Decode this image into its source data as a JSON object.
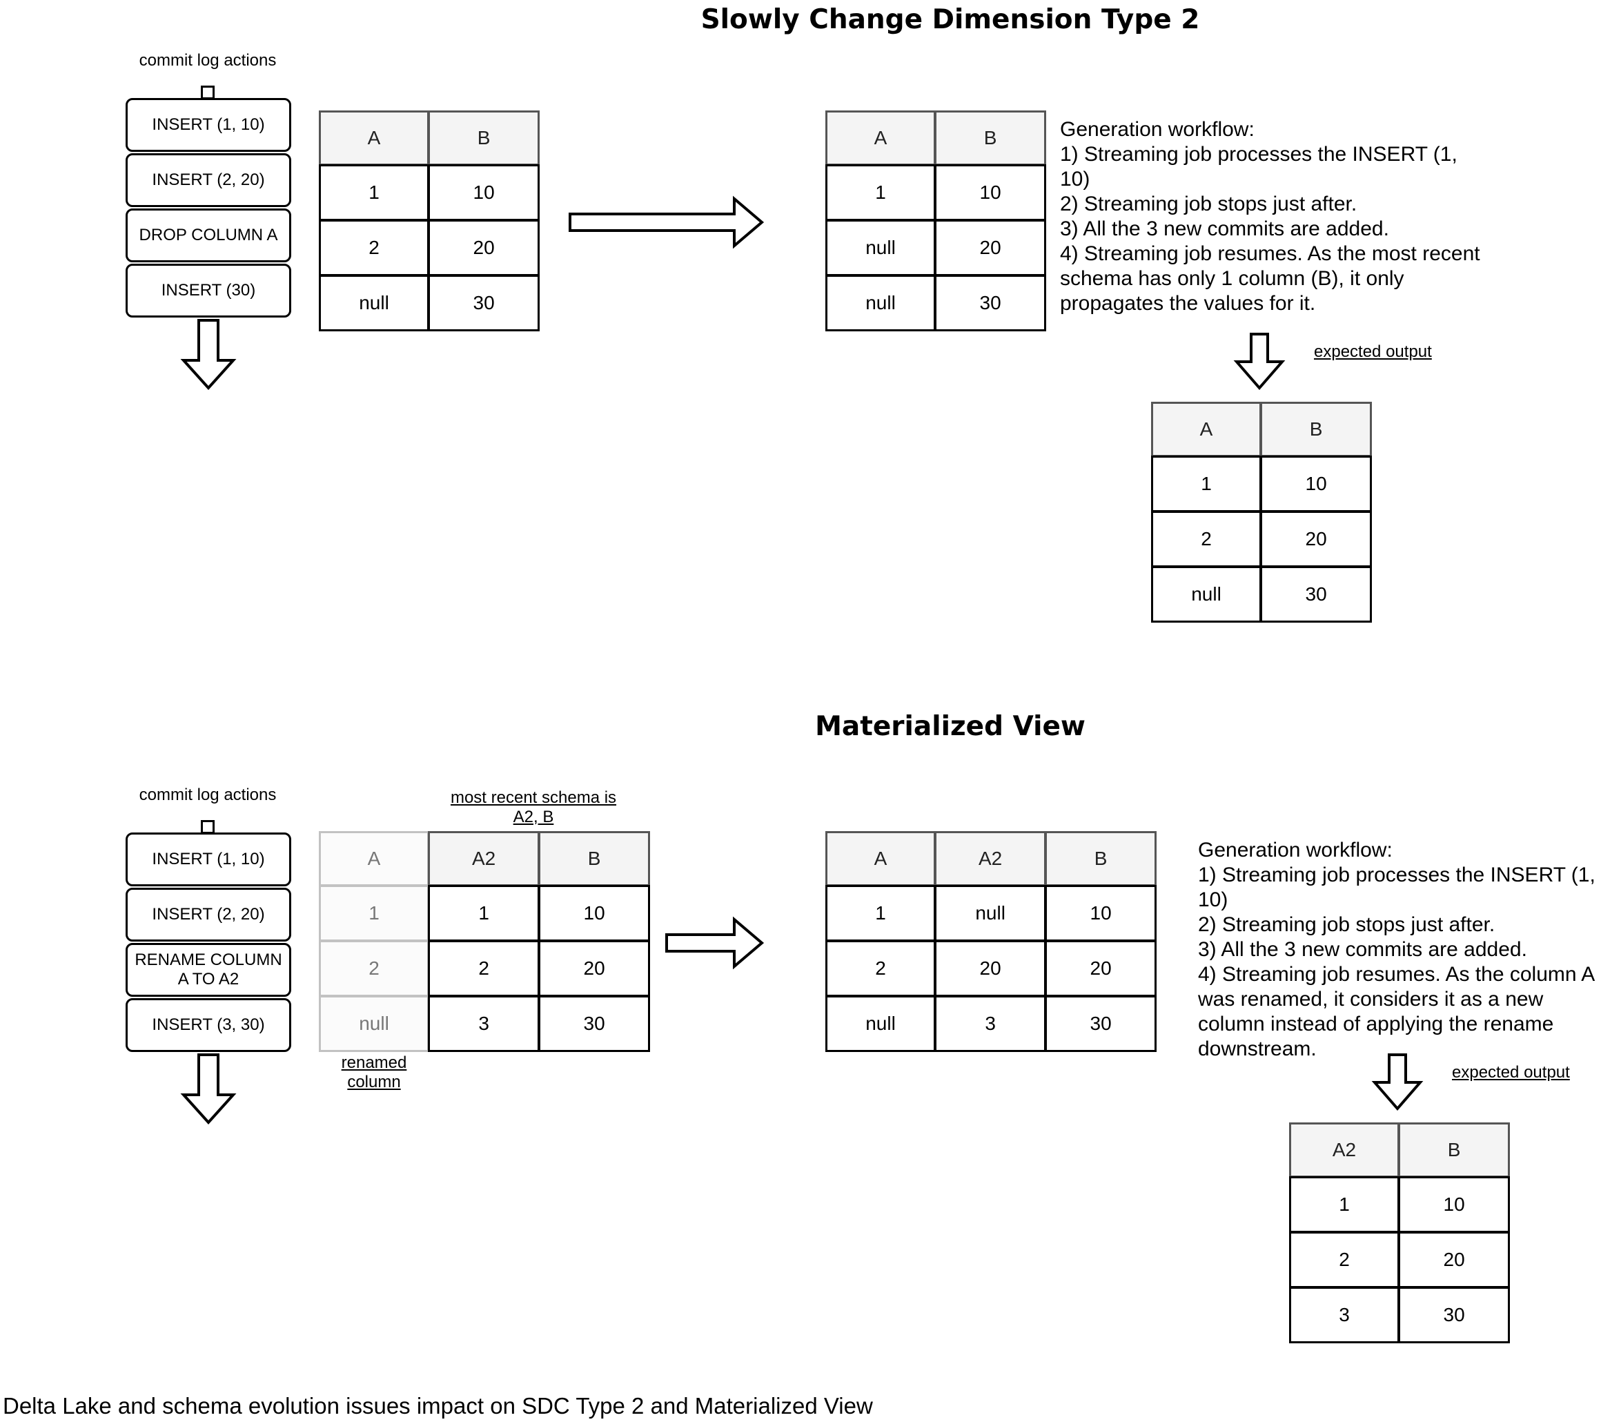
{
  "sections": [
    {
      "title": "Slowly Change Dimension Type 2",
      "log_label": "commit log actions",
      "log_items": [
        "INSERT (1, 10)",
        "INSERT (2, 20)",
        "DROP COLUMN A",
        "INSERT (30)"
      ],
      "source_table": {
        "headers": [
          "A",
          "B"
        ],
        "rows": [
          [
            "1",
            "10"
          ],
          [
            "2",
            "20"
          ],
          [
            "null",
            "30"
          ]
        ]
      },
      "result_table": {
        "headers": [
          "A",
          "B"
        ],
        "rows": [
          [
            "1",
            "10"
          ],
          [
            "null",
            "20"
          ],
          [
            "null",
            "30"
          ]
        ]
      },
      "workflow": {
        "heading": "Generation workflow:",
        "steps": [
          "1) Streaming job processes the INSERT (1, 10)",
          "2) Streaming job stops just after.",
          "3) All the 3 new commits are added.",
          "4) Streaming job resumes. As the most recent schema has only 1 column (B), it only propagates the values for it."
        ]
      },
      "expected_label": "expected output",
      "expected_table": {
        "headers": [
          "A",
          "B"
        ],
        "rows": [
          [
            "1",
            "10"
          ],
          [
            "2",
            "20"
          ],
          [
            "null",
            "30"
          ]
        ]
      }
    },
    {
      "title": "Materialized View",
      "log_label": "commit log actions",
      "log_items": [
        "INSERT (1, 10)",
        "INSERT (2, 20)",
        "RENAME COLUMN A TO A2",
        "INSERT (3, 30)"
      ],
      "schema_note": "most recent schema is A2, B",
      "renamed_note": "renamed column",
      "source_table": {
        "headers": [
          "A",
          "A2",
          "B"
        ],
        "rows": [
          [
            "1",
            "1",
            "10"
          ],
          [
            "2",
            "2",
            "20"
          ],
          [
            "null",
            "3",
            "30"
          ]
        ]
      },
      "result_table": {
        "headers": [
          "A",
          "A2",
          "B"
        ],
        "rows": [
          [
            "1",
            "null",
            "10"
          ],
          [
            "2",
            "20",
            "20"
          ],
          [
            "null",
            "3",
            "30"
          ]
        ]
      },
      "workflow": {
        "heading": "Generation workflow:",
        "steps": [
          "1) Streaming job processes the INSERT (1, 10)",
          "2) Streaming job stops just after.",
          "3) All the 3 new commits are added.",
          "4) Streaming job resumes. As the column A was renamed, it considers it as a new column instead of applying the rename downstream."
        ]
      },
      "expected_label": "expected output",
      "expected_table": {
        "headers": [
          "A2",
          "B"
        ],
        "rows": [
          [
            "1",
            "10"
          ],
          [
            "2",
            "20"
          ],
          [
            "3",
            "30"
          ]
        ]
      }
    }
  ],
  "caption": "Delta Lake and schema evolution issues impact on SDC Type 2 and Materialized View"
}
